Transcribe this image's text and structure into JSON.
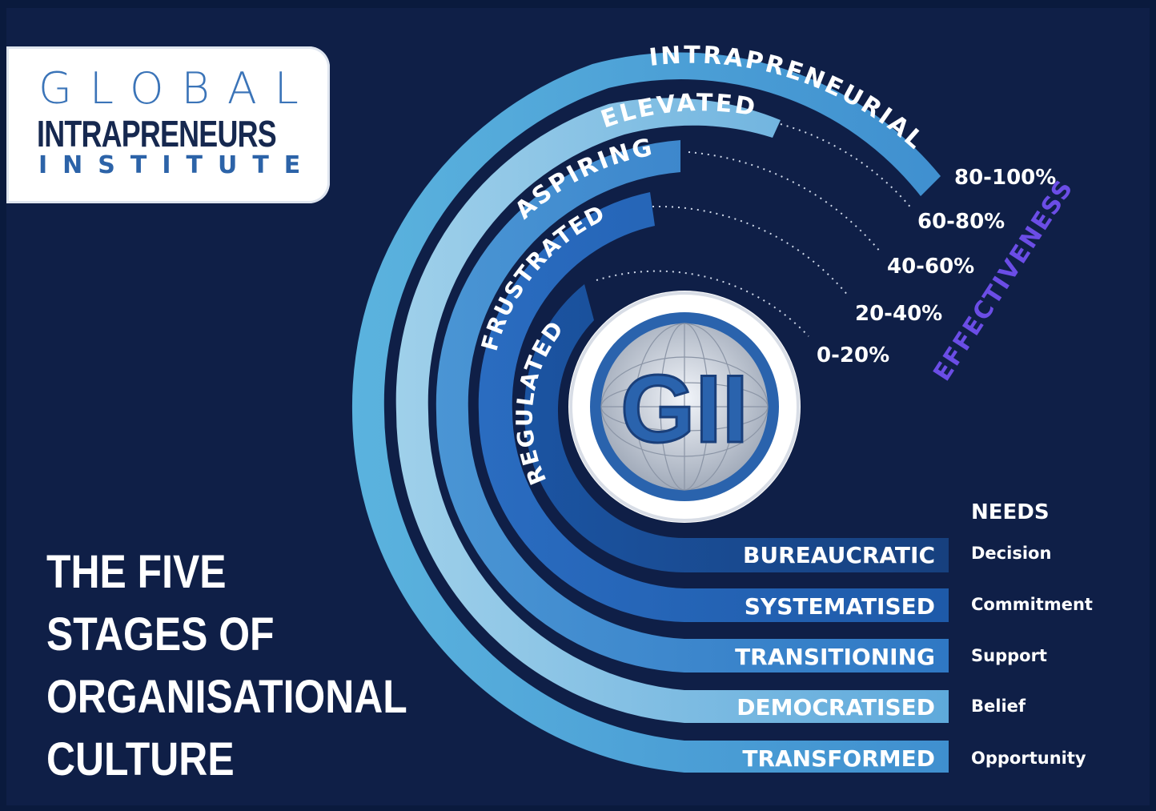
{
  "logo": {
    "line1": "GLOBAL",
    "line2": "INTRAPRENEURS",
    "line3": "INSTITUTE"
  },
  "title": {
    "lines": [
      "THE FIVE",
      "STAGES OF",
      "ORGANISATIONAL",
      "CULTURE"
    ]
  },
  "center_badge": "GII",
  "arcs": [
    "REGULATED",
    "FRUSTRATED",
    "ASPIRING",
    "ELEVATED",
    "INTRAPRENEURIAL"
  ],
  "percentages": [
    "0-20%",
    "20-40%",
    "40-60%",
    "60-80%",
    "80-100%"
  ],
  "axis_label": "EFFECTIVENESS",
  "stages": [
    "BUREAUCRATIC",
    "SYSTEMATISED",
    "TRANSITIONING",
    "DEMOCRATISED",
    "TRANSFORMED"
  ],
  "needs_header": "NEEDS",
  "needs": [
    "Decision",
    "Commitment",
    "Support",
    "Belief",
    "Opportunity"
  ],
  "colors": {
    "background": "#0f1f47",
    "accent_violet": "#6b4de6",
    "band_colors": [
      "#1b56a6",
      "#2a6fc0",
      "#3d86cc",
      "#8cc6e6",
      "#5bb3de"
    ]
  }
}
